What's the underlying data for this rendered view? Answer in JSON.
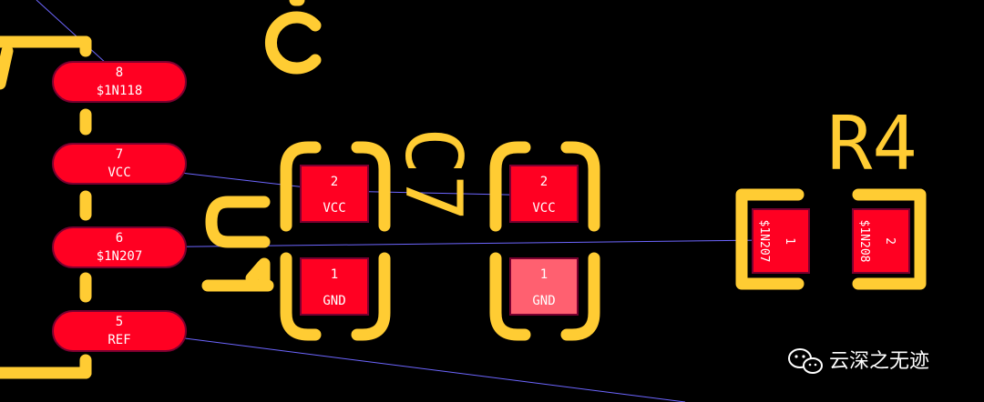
{
  "app": {
    "view": "PCB layout editor canvas"
  },
  "colors": {
    "background": "#000000",
    "silkscreen": "#FFCC33",
    "pad": "#FF0022",
    "pad_outline": "#7A0030",
    "pad_selected": "#FF6070",
    "pad_label": "#FFFFFF",
    "ratsnest": "#6D66FF"
  },
  "ic_pads": [
    {
      "number": "8",
      "net": "$1N118"
    },
    {
      "number": "7",
      "net": "VCC"
    },
    {
      "number": "6",
      "net": "$1N207"
    },
    {
      "number": "5",
      "net": "REF"
    }
  ],
  "capacitor_left": {
    "pads": [
      {
        "number": "2",
        "net": "VCC"
      },
      {
        "number": "1",
        "net": "GND"
      }
    ]
  },
  "capacitor_right": {
    "designator": "C7",
    "pads": [
      {
        "number": "2",
        "net": "VCC"
      },
      {
        "number": "1",
        "net": "GND"
      }
    ]
  },
  "resistor": {
    "designator": "R4",
    "pads": [
      {
        "number": "1",
        "net": "$1N207"
      },
      {
        "number": "2",
        "net": "$1N208"
      }
    ]
  },
  "watermark": {
    "icon": "wechat-icon",
    "text": "云深之无迹"
  }
}
